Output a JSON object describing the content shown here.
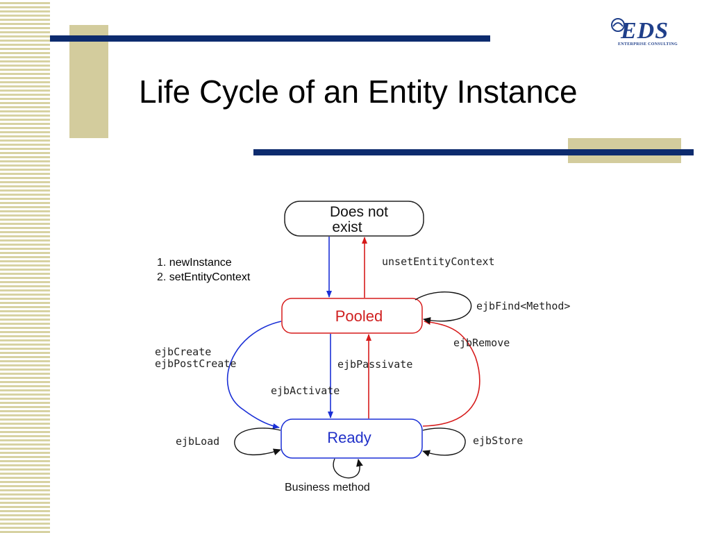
{
  "slide": {
    "title": "Life Cycle of an Entity Instance"
  },
  "logo": {
    "main": "EDS",
    "sub": "ENTERPRISE CONSULTING"
  },
  "colors": {
    "accent_blue": "#0d2b6e",
    "accent_tan": "#d3cc9d",
    "arrow_blue": "#1a2fd6",
    "arrow_red": "#d61a1a",
    "pooled_text": "#d02020",
    "ready_text": "#2030c8"
  },
  "diagram": {
    "states": {
      "does_not_exist": [
        "Does not",
        "exist"
      ],
      "pooled": "Pooled",
      "ready": "Ready"
    },
    "transitions": {
      "new_instance_1": "1. ",
      "new_instance_1_method": "newInstance",
      "new_instance_2": "2. ",
      "new_instance_2_method": "setEntityContext",
      "unset_entity_context": "unsetEntityContext",
      "ejb_find": "ejbFind<Method>",
      "ejb_remove": "ejbRemove",
      "ejb_create": "ejbCreate",
      "ejb_post_create": "ejbPostCreate",
      "ejb_passivate": "ejbPassivate",
      "ejb_activate": "ejbActivate",
      "ejb_load": "ejbLoad",
      "ejb_store": "ejbStore",
      "business_method": "Business method"
    }
  }
}
